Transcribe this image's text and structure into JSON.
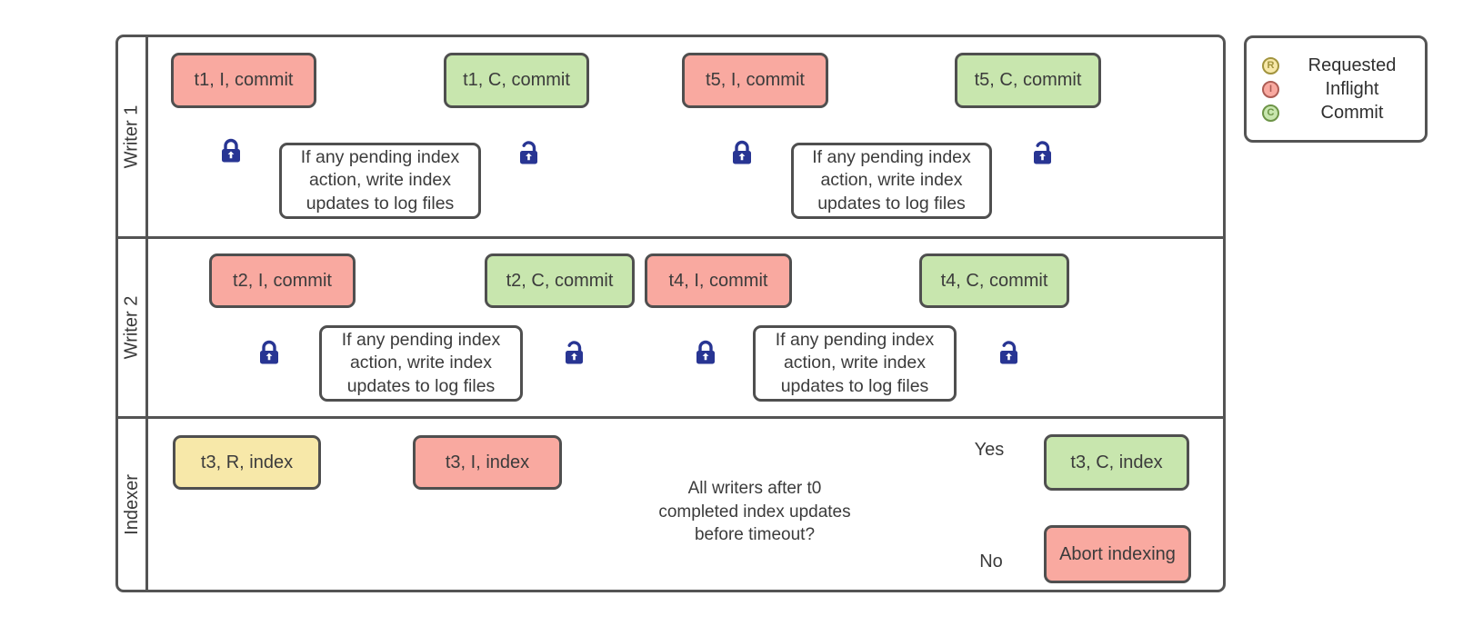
{
  "lanes": [
    {
      "label": "Writer 1"
    },
    {
      "label": "Writer 2"
    },
    {
      "label": "Indexer"
    }
  ],
  "nodes": {
    "t1_inflight": "t1, I, commit",
    "t1_commit": "t1, C, commit",
    "t5_inflight": "t5, I, commit",
    "t5_commit": "t5, C, commit",
    "t2_inflight": "t2, I, commit",
    "t2_commit": "t2, C, commit",
    "t4_inflight": "t4, I, commit",
    "t4_commit": "t4, C, commit",
    "t3_requested": "t3, R, index",
    "t3_inflight": "t3, I, index",
    "t3_commit": "t3, C, index",
    "abort": "Abort indexing"
  },
  "action_text": "If any pending index action, write index updates to log files",
  "decision": {
    "question": "All writers after t0 completed index updates before timeout?",
    "yes": "Yes",
    "no": "No"
  },
  "legend": {
    "items": [
      {
        "letter": "R",
        "label": "Requested"
      },
      {
        "letter": "I",
        "label": "Inflight"
      },
      {
        "letter": "C",
        "label": "Commit"
      }
    ]
  },
  "colors": {
    "requested": "#f7e8a9",
    "inflight": "#f9a9a0",
    "commit": "#c8e6ae",
    "box_border": "#4f4f4f",
    "lane_border": "#545454",
    "connector": "#5f5f5f",
    "lock": "#283593"
  }
}
